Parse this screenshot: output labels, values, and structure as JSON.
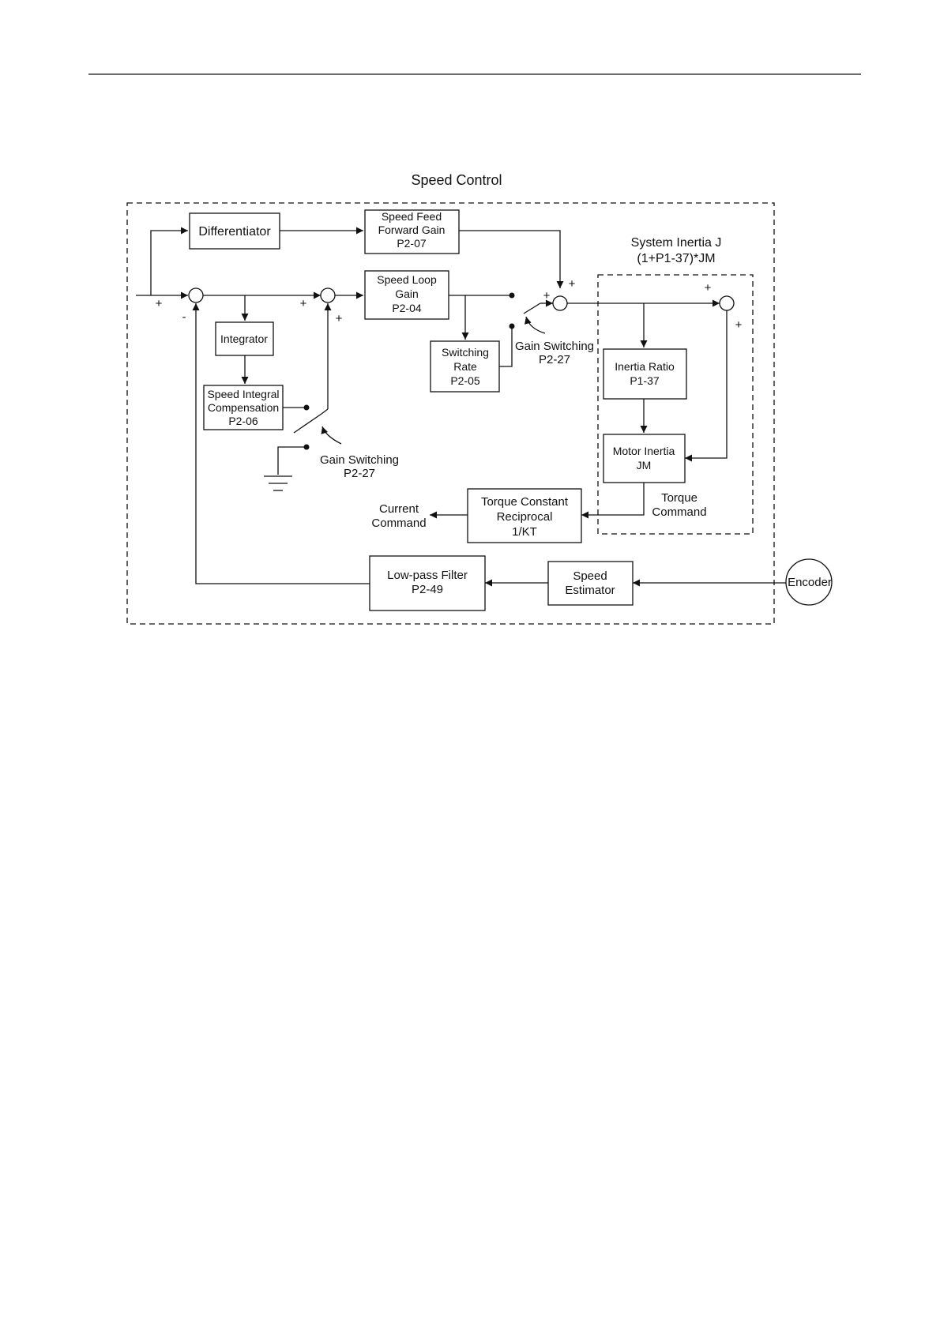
{
  "title": "Speed Control",
  "inertia_group": {
    "line1": "System Inertia J",
    "line2": "(1+P1-37)*JM"
  },
  "blocks": {
    "differentiator": [
      "Differentiator"
    ],
    "feed_forward": [
      "Speed Feed",
      "Forward Gain",
      "P2-07"
    ],
    "speed_loop_gain": [
      "Speed Loop",
      "Gain",
      "P2-04"
    ],
    "integrator": [
      "Integrator"
    ],
    "speed_integral": [
      "Speed Integral",
      "Compensation",
      "P2-06"
    ],
    "switching_rate": [
      "Switching",
      "Rate",
      "P2-05"
    ],
    "inertia_ratio": [
      "Inertia Ratio",
      "P1-37"
    ],
    "motor_inertia": [
      "Motor Inertia",
      "JM"
    ],
    "torque_constant": [
      "Torque Constant",
      "Reciprocal",
      "1/KT"
    ],
    "low_pass_filter": [
      "Low-pass Filter",
      "P2-49"
    ],
    "speed_estimator": [
      "Speed",
      "Estimator"
    ],
    "encoder": [
      "Encoder"
    ]
  },
  "labels": {
    "gain_switching_1": [
      "Gain Switching",
      "P2-27"
    ],
    "gain_switching_2": [
      "Gain Switching",
      "P2-27"
    ],
    "current_command": [
      "Current",
      "Command"
    ],
    "torque_command": [
      "Torque",
      "Command"
    ]
  },
  "signs": {
    "sum1_in": "+",
    "sum1_fb": "-",
    "sum2_in": "+",
    "sum2_int": "+",
    "sum3_top": "+",
    "sum3_left": "+",
    "sum4_top": "+",
    "sum4_right": "+"
  }
}
